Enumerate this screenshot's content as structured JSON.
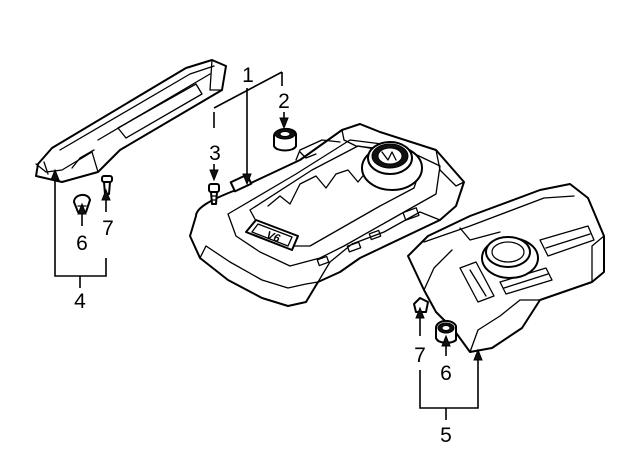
{
  "diagram": {
    "callouts": [
      {
        "id": "c1a",
        "text": "1"
      },
      {
        "id": "c2",
        "text": "2"
      },
      {
        "id": "c3",
        "text": "3"
      },
      {
        "id": "c6a",
        "text": "6"
      },
      {
        "id": "c7a",
        "text": "7"
      },
      {
        "id": "c4",
        "text": "4"
      },
      {
        "id": "c7b",
        "text": "7"
      },
      {
        "id": "c6b",
        "text": "6"
      },
      {
        "id": "c5",
        "text": "5"
      }
    ],
    "badge_text": "V6"
  }
}
